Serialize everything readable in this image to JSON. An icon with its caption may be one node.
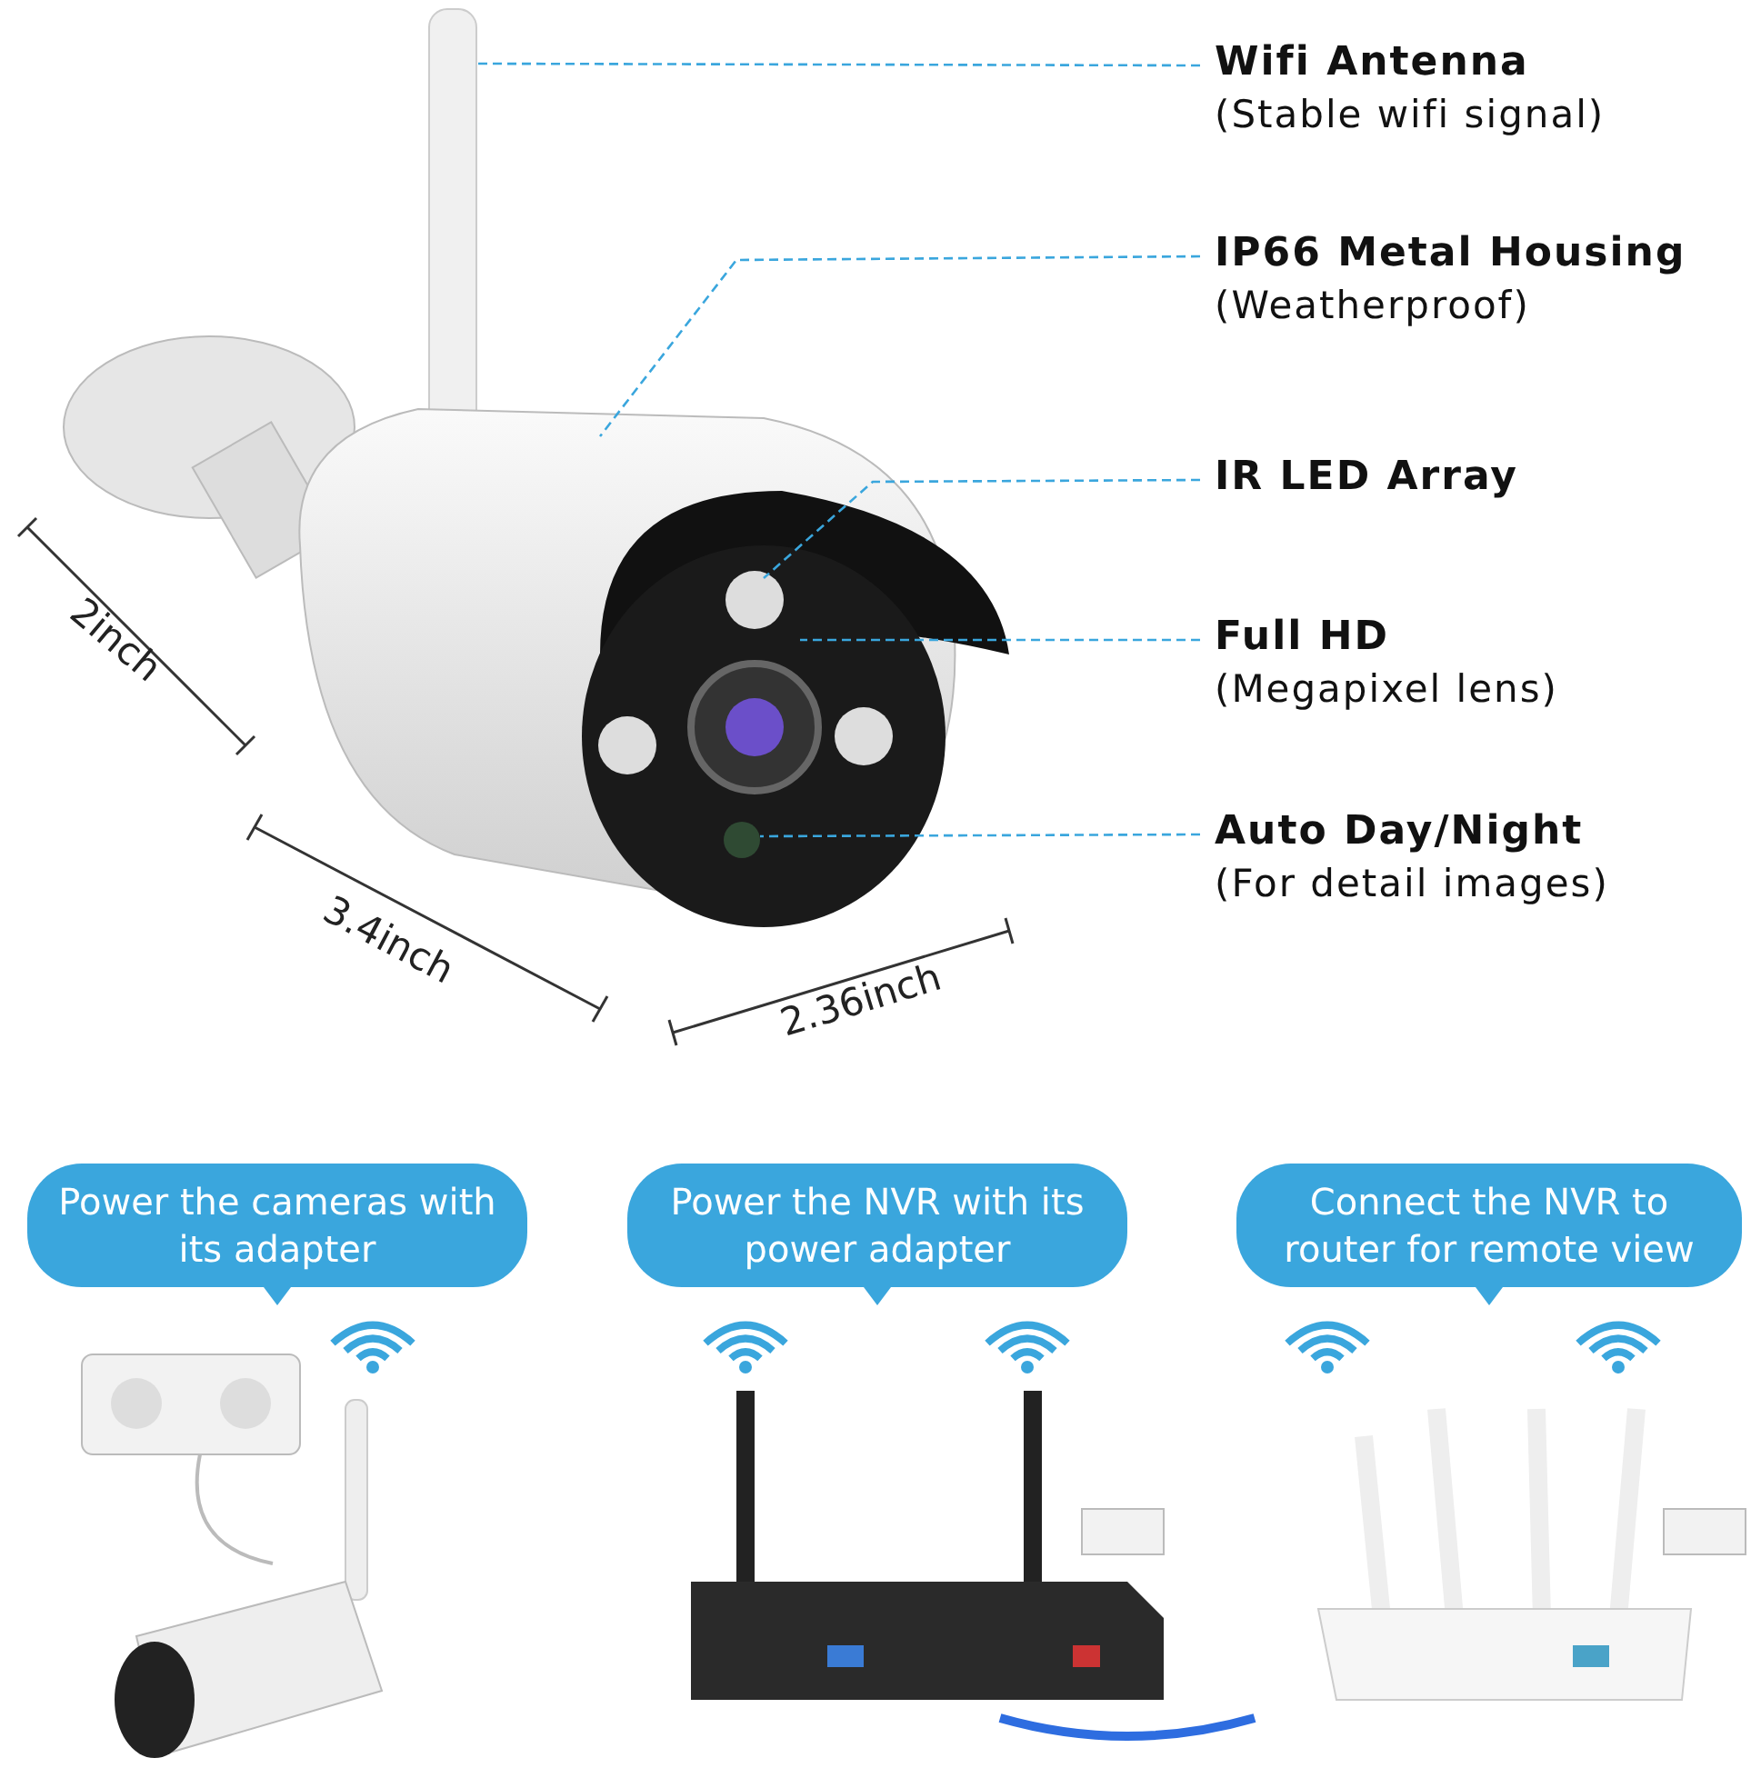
{
  "diagram": {
    "nodes": [
      {
        "text": [
          "Wifi Antenna",
          "(Stable wifi signal)"
        ]
      },
      {
        "text": [
          "IP66 Metal Housing",
          "(Weatherproof)"
        ]
      },
      {
        "text": [
          "IR LED Array"
        ]
      },
      {
        "text": [
          "Full HD",
          "(Megapixel lens)"
        ]
      },
      {
        "text": [
          "Auto Day/Night",
          "(For detail images)"
        ]
      },
      {
        "text": [
          "Power the cameras with its adapter"
        ]
      },
      {
        "text": [
          "Power the NVR with its power adapter"
        ]
      },
      {
        "text": [
          "Connect the NVR to router for remote view"
        ]
      }
    ],
    "edges": [
      {
        "from": 0,
        "to": null,
        "arrow": "none",
        "style": "dashed"
      },
      {
        "from": 1,
        "to": null,
        "arrow": "none",
        "style": "dashed"
      },
      {
        "from": 2,
        "to": null,
        "arrow": "none",
        "style": "dashed"
      },
      {
        "from": 3,
        "to": null,
        "arrow": "none",
        "style": "dashed"
      },
      {
        "from": 4,
        "to": null,
        "arrow": "none",
        "style": "dashed"
      }
    ],
    "labels": [
      "2inch",
      "3.4inch",
      "2.36inch"
    ]
  }
}
